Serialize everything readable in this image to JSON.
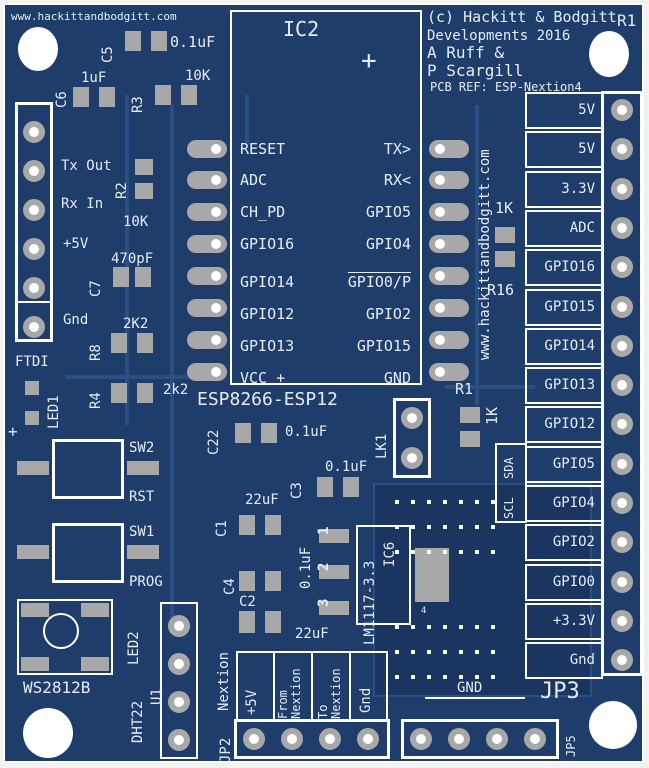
{
  "header": {
    "website": "www.hackittandbodgitt.com",
    "copyright_line1": "(c) Hackitt & Bodgitt",
    "copyright_line2": "Developments 2016",
    "author1": "A Ruff &",
    "author2": "P Scargill",
    "pcb_ref": "PCB REF: ESP-Nextion4",
    "website_vertical": "www.hackittandbodgitt.com"
  },
  "ic2": {
    "name": "IC2",
    "plus": "+",
    "part": "ESP8266-ESP12",
    "left_pins": [
      "RESET",
      "ADC",
      "CH_PD",
      "GPIO16",
      "GPIO14",
      "GPIO12",
      "GPIO13",
      "VCC +"
    ],
    "right_pins": [
      "TX>",
      "RX<",
      "GPIO5",
      "GPIO4",
      "GPIO0/P",
      "GPIO2",
      "GPIO15",
      "GND"
    ]
  },
  "ftdi": {
    "name": "FTDI",
    "pins": [
      "Tx Out",
      "Rx In",
      "+5V",
      "Gnd"
    ]
  },
  "components": {
    "c5": "C5",
    "c5_val": "0.1uF",
    "c6": "C6",
    "c6_val": "1uF",
    "r3": "R3",
    "r3_val": "10K",
    "r2": "R2",
    "r2_val": "10K",
    "c7": "C7",
    "c7_val": "470pF",
    "r8": "R8",
    "r8_val": "2K2",
    "r4": "R4",
    "r4_val": "2k2",
    "led1": "LED1",
    "led1_plus": "+",
    "sw2": "SW2",
    "sw2_label": "RST",
    "sw1": "SW1",
    "sw1_label": "PROG",
    "led2": "LED2",
    "ws": "WS2812B",
    "dht": "DHT22",
    "u1": "U1",
    "c22": "C22",
    "c22_val": "0.1uF",
    "c3": "C3",
    "c3_val": "0.1uF",
    "c1": "C1",
    "c1_val": "22uF",
    "c4": "C4",
    "c4_val": "0.1uF",
    "c2": "C2",
    "c2_val": "22uF",
    "ic6": "IC6",
    "ic6_part": "LM1117-3.3",
    "ic6_pin1": "1",
    "ic6_pin2": "2",
    "ic6_pin3": "3",
    "ic6_pin4": "4",
    "r16": "R16",
    "r16_val": "1K",
    "r1": "R1",
    "r1_val": "1K",
    "r1_top": "R1",
    "lk1": "LK1"
  },
  "jp2": {
    "name": "JP2",
    "group": "Nextion",
    "pins": [
      "+5V",
      "From Nextion",
      "To Nextion",
      "Gnd"
    ]
  },
  "jp5": {
    "name": "JP5",
    "label": "GND"
  },
  "jp3": {
    "name": "JP3",
    "pins": [
      "5V",
      "5V",
      "3.3V",
      "ADC",
      "GPIO16",
      "GPIO15",
      "GPIO14",
      "GPIO13",
      "GPIO12",
      "GPIO5",
      "GPIO4",
      "GPIO2",
      "GPIO0",
      "+3.3V",
      "Gnd"
    ],
    "sda": "SDA",
    "scl": "SCL"
  },
  "colors": {
    "board": "#1f3d6b",
    "pad": "#a8a8a8",
    "silk": "#ffffff"
  }
}
